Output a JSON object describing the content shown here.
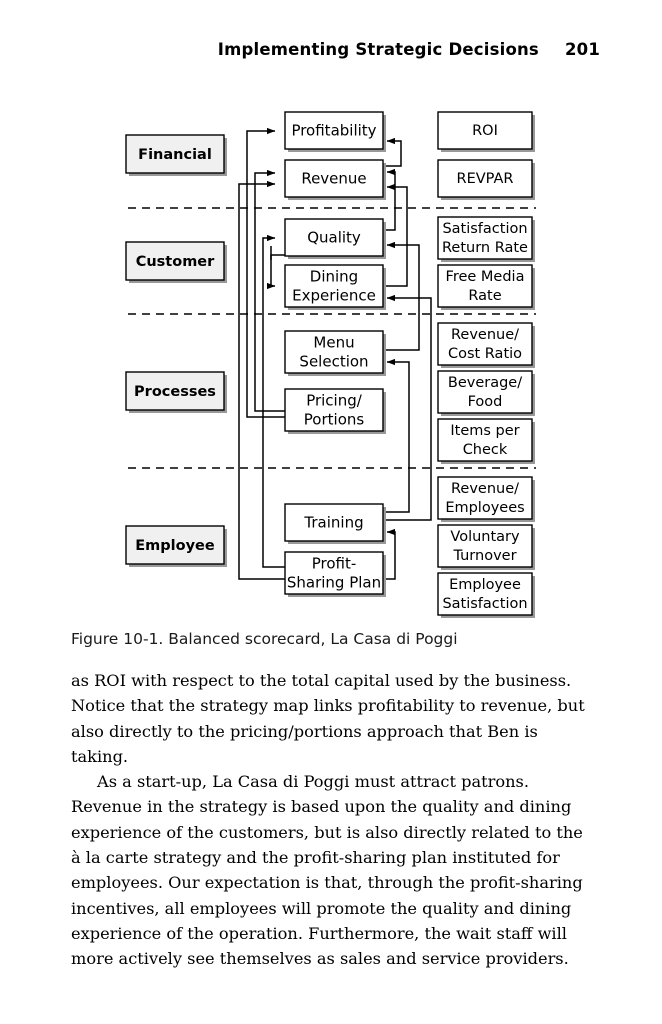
{
  "page": {
    "running_head": "Implementing Strategic Decisions",
    "page_number": "201"
  },
  "figure": {
    "caption": "Figure 10-1. Balanced scorecard, La Casa di Poggi",
    "colors": {
      "category_fill": "#f0f0f0",
      "box_fill": "#ffffff",
      "stroke": "#000000",
      "shadow": "#999999",
      "divider": "#000000"
    },
    "categories": [
      {
        "label": "Financial"
      },
      {
        "label": "Customer"
      },
      {
        "label": "Processes"
      },
      {
        "label": "Employee"
      }
    ],
    "objectives": [
      {
        "label": "Profitability",
        "lines": [
          "Profitability"
        ]
      },
      {
        "label": "Revenue",
        "lines": [
          "Revenue"
        ]
      },
      {
        "label": "Quality",
        "lines": [
          "Quality"
        ]
      },
      {
        "label": "Dining Experience",
        "lines": [
          "Dining",
          "Experience"
        ]
      },
      {
        "label": "Menu Selection",
        "lines": [
          "Menu",
          "Selection"
        ]
      },
      {
        "label": "Pricing/Portions",
        "lines": [
          "Pricing/",
          "Portions"
        ]
      },
      {
        "label": "Training",
        "lines": [
          "Training"
        ]
      },
      {
        "label": "Profit-Sharing Plan",
        "lines": [
          "Profit-",
          "Sharing Plan"
        ]
      }
    ],
    "measures": [
      {
        "label": "ROI",
        "lines": [
          "ROI"
        ]
      },
      {
        "label": "REVPAR",
        "lines": [
          "REVPAR"
        ]
      },
      {
        "label": "Satisfaction Return Rate",
        "lines": [
          "Satisfaction",
          "Return Rate"
        ]
      },
      {
        "label": "Free Media Rate",
        "lines": [
          "Free Media",
          "Rate"
        ]
      },
      {
        "label": "Revenue/Cost Ratio",
        "lines": [
          "Revenue/",
          "Cost Ratio"
        ]
      },
      {
        "label": "Beverage/Food",
        "lines": [
          "Beverage/",
          "Food"
        ]
      },
      {
        "label": "Items per Check",
        "lines": [
          "Items per",
          "Check"
        ]
      },
      {
        "label": "Revenue/Employees",
        "lines": [
          "Revenue/",
          "Employees"
        ]
      },
      {
        "label": "Voluntary Turnover",
        "lines": [
          "Voluntary",
          "Turnover"
        ]
      },
      {
        "label": "Employee Satisfaction",
        "lines": [
          "Employee",
          "Satisfaction"
        ]
      }
    ]
  },
  "body": {
    "paragraph_1": "as ROI with respect to the total capital used by the business. Notice that the strategy map links profitability to revenue, but also directly to the pricing/portions approach that Ben is taking.",
    "paragraph_2": "As a start-up, La Casa di Poggi must attract patrons. Revenue in the strategy is based upon the quality and dining experience of the customers, but is also directly related to the à la carte strategy and the profit-sharing plan instituted for employees. Our expectation is that, through the profit-sharing incentives, all employees will promote the quality and dining experience of the operation. Furthermore, the wait staff will more actively see themselves as sales and service providers."
  }
}
